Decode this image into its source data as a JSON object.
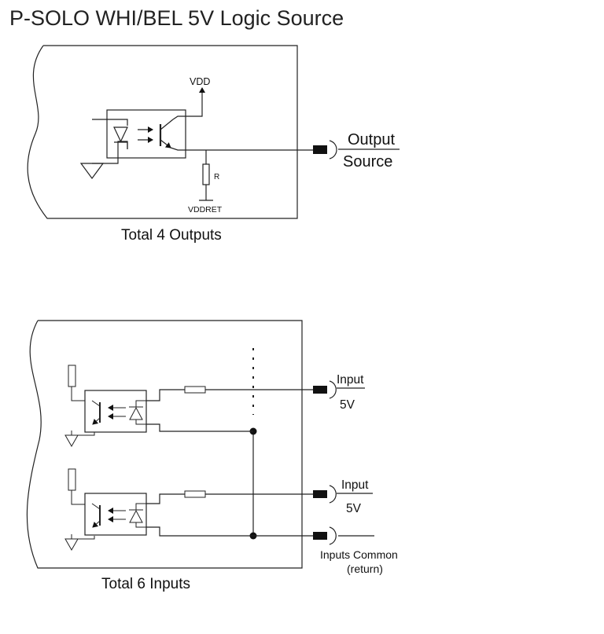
{
  "title": "P-SOLO WHI/BEL 5V Logic Source",
  "output_section": {
    "vdd_label": "VDD",
    "resistor_label": "R",
    "vddret_label": "VDDRET",
    "output_label": "Output",
    "source_label": "Source",
    "caption": "Total 4 Outputs"
  },
  "input_section": {
    "channels": [
      {
        "label": "Input",
        "voltage": "5V"
      },
      {
        "label": "Input",
        "voltage": "5V"
      }
    ],
    "common_label": "Inputs Common",
    "common_sub_label": "(return)",
    "caption": "Total 6 Inputs"
  }
}
